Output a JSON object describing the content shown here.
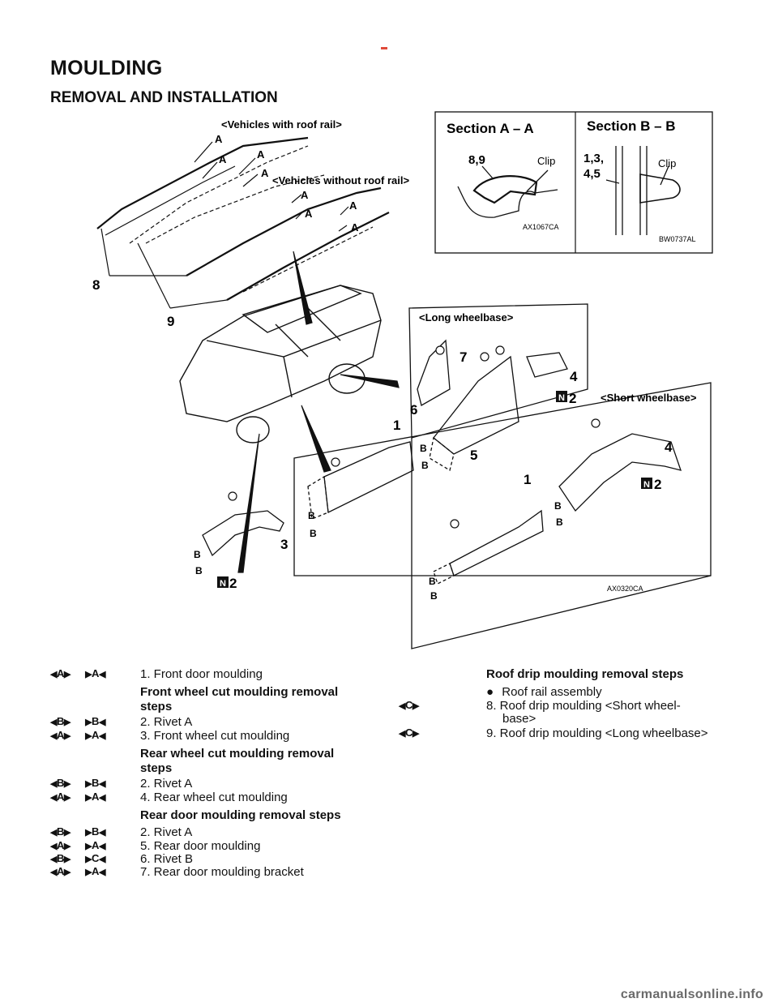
{
  "page": {
    "title": "MOULDING",
    "subtitle": "REMOVAL AND INSTALLATION",
    "watermark": "carmanualsonline.info"
  },
  "figure": {
    "label_vehicles_with_rail": "<Vehicles with roof rail>",
    "label_vehicles_without_rail": "<Vehicles without roof rail>",
    "section_aa_title": "Section A – A",
    "section_bb_title": "Section B – B",
    "section_aa_part": "8,9",
    "section_bb_part_line1": "1,3,",
    "section_bb_part_line2": "4,5",
    "clip_label": "Clip",
    "code_aa": "AX1067CA",
    "code_bb": "BW0737AL",
    "code_main": "AX0320CA",
    "long_wheelbase": "<Long wheelbase>",
    "short_wheelbase": "<Short wheelbase>",
    "letter_a": "A",
    "letter_b": "B",
    "letter_n": "N",
    "num_1": "1",
    "num_2": "2",
    "num_3": "3",
    "num_4": "4",
    "num_5": "5",
    "num_6": "6",
    "num_7": "7",
    "num_8": "8",
    "num_9": "9"
  },
  "steps_left": [
    {
      "rem": "A",
      "inst": "A",
      "text": "1. Front door moulding"
    },
    {
      "head": "Front wheel cut moulding removal steps"
    },
    {
      "rem": "B",
      "inst": "B",
      "text": "2. Rivet A"
    },
    {
      "rem": "A",
      "inst": "A",
      "text": "3. Front wheel cut moulding"
    },
    {
      "head": "Rear wheel cut moulding removal steps"
    },
    {
      "rem": "B",
      "inst": "B",
      "text": "2. Rivet A"
    },
    {
      "rem": "A",
      "inst": "A",
      "text": "4. Rear wheel cut moulding"
    },
    {
      "head": "Rear door moulding removal steps"
    },
    {
      "rem": "B",
      "inst": "B",
      "text": "2. Rivet A"
    },
    {
      "rem": "A",
      "inst": "A",
      "text": "5. Rear door moulding"
    },
    {
      "rem": "B",
      "inst": "C",
      "text": "6. Rivet B"
    },
    {
      "rem": "A",
      "inst": "A",
      "text": "7. Rear door moulding bracket"
    }
  ],
  "steps_right": {
    "head": "Roof drip moulding removal steps",
    "bullet": "Roof rail assembly",
    "item8_badge": "C",
    "item8_line1": "8. Roof drip moulding <Short wheel-",
    "item8_line2": "base>",
    "item9_badge": "C",
    "item9_text": "9. Roof drip moulding <Long wheelbase>"
  }
}
